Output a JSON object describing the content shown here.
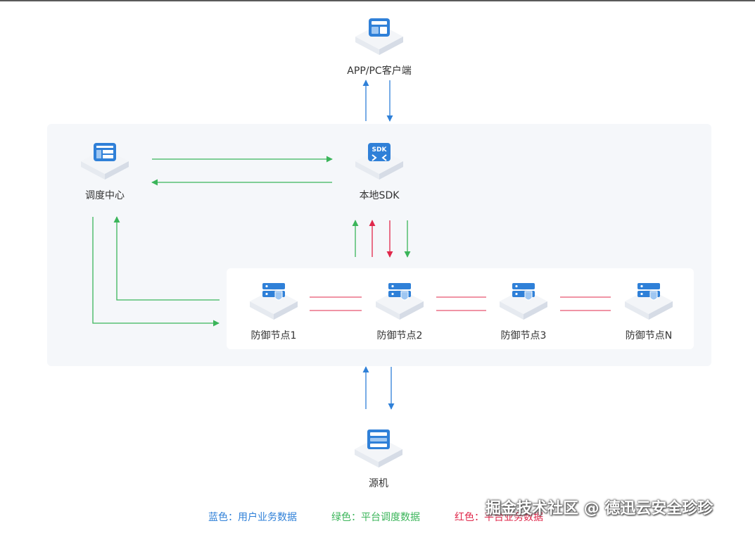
{
  "nodes": {
    "client": {
      "label": "APP/PC客户端",
      "icon": "window-icon"
    },
    "sdk": {
      "label": "本地SDK",
      "icon": "sdk-icon"
    },
    "dispatch": {
      "label": "调度中心",
      "icon": "dashboard-icon"
    },
    "defense": [
      {
        "label": "防御节点1",
        "icon": "server-shield-icon"
      },
      {
        "label": "防御节点2",
        "icon": "server-shield-icon"
      },
      {
        "label": "防御节点3",
        "icon": "server-shield-icon"
      },
      {
        "label": "防御节点N",
        "icon": "server-shield-icon"
      }
    ],
    "origin": {
      "label": "源机",
      "icon": "server-rack-icon"
    }
  },
  "legend": {
    "blue": {
      "text": "蓝色：用户业务数据",
      "color": "#2f80d8"
    },
    "green": {
      "text": "绿色：平台调度数据",
      "color": "#3bb55a"
    },
    "red": {
      "text": "红色：平台业务数据",
      "color": "#e0284b"
    }
  },
  "watermark": "掘金技术社区 @ 德迅云安全珍珍"
}
